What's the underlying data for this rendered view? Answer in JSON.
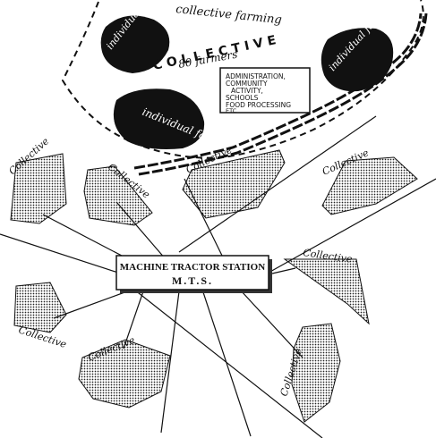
{
  "diagram": {
    "top_label": "collective farming",
    "collective_title": "COLLECTIVE",
    "farmers_count": "80 farmers",
    "individual_farm_label": "individual farm",
    "admin_lines": [
      "ADMINISTRATION,",
      "COMMUNITY",
      "ACTIVITY,",
      "SCHOOLS",
      "FOOD PROCESSING",
      "ETC"
    ],
    "collective_label": "Collective",
    "mts_title": "MACHINE TRACTOR STATION",
    "mts_abbrev": "M.T.S."
  },
  "colors": {
    "ink": "#111111",
    "paper": "#ffffff",
    "dot": "#222222"
  }
}
